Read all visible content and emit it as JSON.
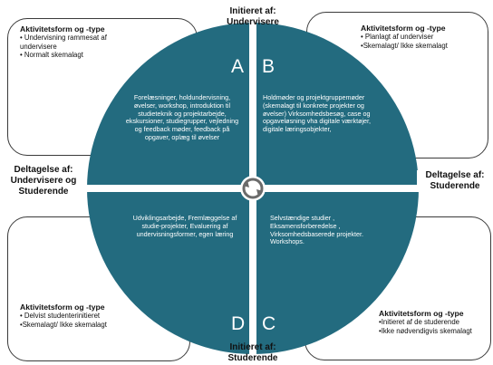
{
  "boxes": {
    "tl": {
      "title": "Aktivitetsform og -type",
      "items": [
        "• Undervisning rammesat af undervisere",
        "• Normalt skemalagt"
      ]
    },
    "tr": {
      "title": "Aktivitetsform og -type",
      "items": [
        "• Planlagt af underviser",
        "•Skemalagt/ Ikke skemalagt"
      ]
    },
    "bl": {
      "title": "Aktivitetsform og -type",
      "items": [
        "• Delvist studenterinitieret",
        "•Skemalagt/ Ikke skemalagt"
      ]
    },
    "br": {
      "title": "Aktivitetsform og -type",
      "items": [
        "•Initieret af de studerende",
        "•Ikke nødvendigvis skemalagt"
      ]
    }
  },
  "axes": {
    "top": [
      "Initieret af:",
      "Undervisere"
    ],
    "bottom": [
      "Initieret af:",
      "Studerende"
    ],
    "left": [
      "Deltagelse af:",
      "Undervisere og",
      "Studerende"
    ],
    "right": [
      "Deltagelse af:",
      "Studerende"
    ]
  },
  "quadrants": {
    "A": {
      "letter": "A",
      "text": "Forelæsninger, holdundervisning, øvelser, workshop, introduktion til studieteknik og projektarbejde, ekskursioner, studiegrupper, vejledning og feedback møder, feedback på opgaver, oplæg til øvelser"
    },
    "B": {
      "letter": "B",
      "text": "Holdmøder og projektgruppemøder (skemalagt til konkrete projekter og øvelser) Virksomhedsbesøg, case og opgaveløsning vha digitale værktøjer, digitale læringsobjekter,"
    },
    "C": {
      "letter": "C",
      "text": "Selvstændige studier , Eksamensforberedelse , Virksomhedsbaserede projekter. Workshops."
    },
    "D": {
      "letter": "D",
      "text": "Udviklingsarbejde, Fremlæggelse af studie-projekter, Evaluering af undervisningsformer, egen læring"
    }
  },
  "colors": {
    "circle_fill": "#236b7f",
    "separator": "#ffffff",
    "border": "#3a3a3a"
  },
  "icons": {
    "center": "circular-arrows-icon"
  }
}
